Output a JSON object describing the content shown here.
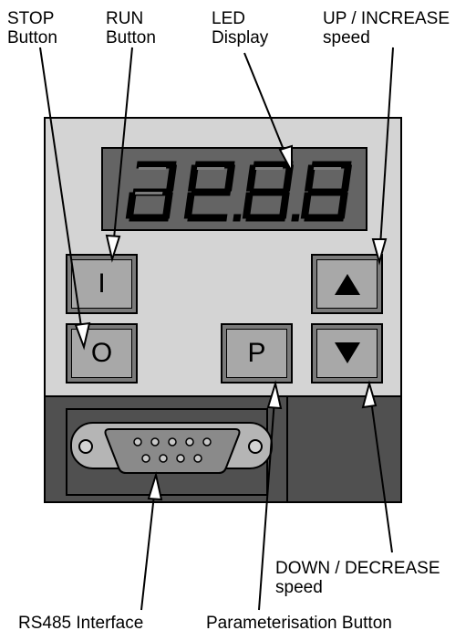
{
  "labels": {
    "stop": [
      "STOP",
      "Button"
    ],
    "run": [
      "RUN",
      "Button"
    ],
    "led": [
      "LED",
      "Display"
    ],
    "up": [
      "UP / INCREASE",
      "speed"
    ],
    "down": [
      "DOWN / DECREASE",
      "speed"
    ],
    "rs485": "RS485 Interface",
    "param": "Parameterisation Button"
  },
  "buttons": {
    "run": "I",
    "stop": "O",
    "param": "P"
  },
  "colors": {
    "panel": "#d4d4d4",
    "display": "#646464",
    "button": "#a8a8a8",
    "connector_area": "#505050"
  }
}
